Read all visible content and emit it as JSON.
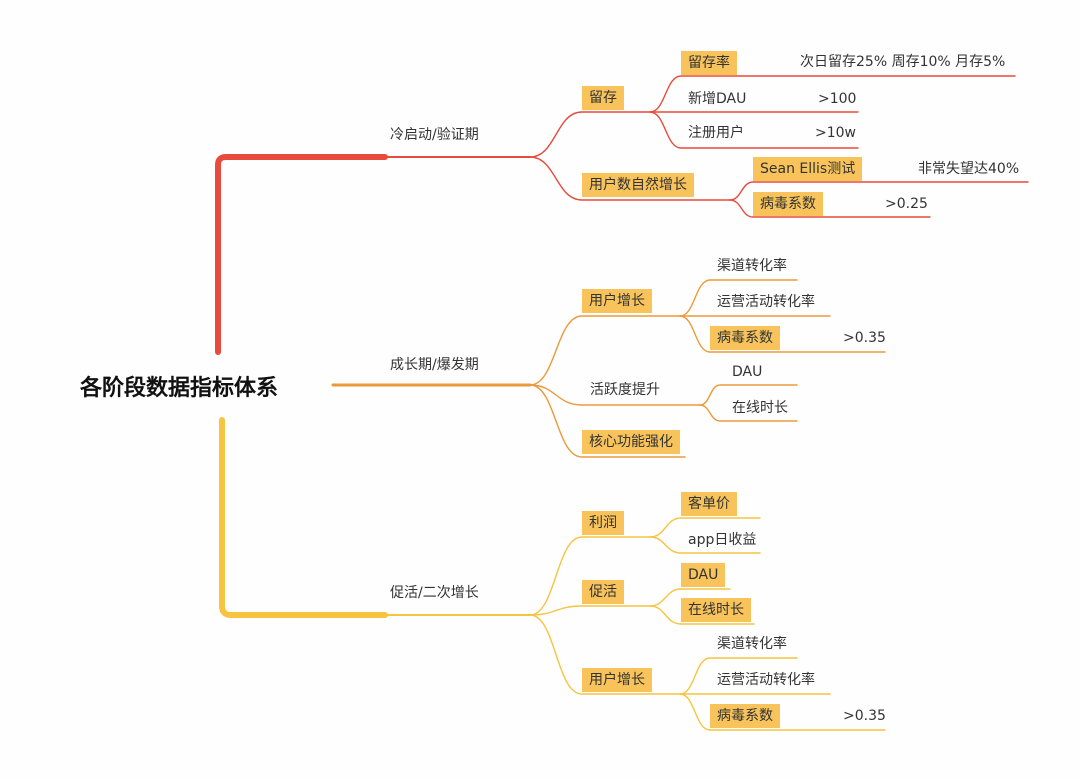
{
  "root": "各阶段数据指标体系",
  "colors": {
    "red": "#e84a3c",
    "orange": "#eb9a3a",
    "yellow": "#f6c43e",
    "box": "#f7c35a"
  },
  "stages": [
    {
      "label": "冷启动/验证期",
      "children": [
        {
          "label": "留存",
          "children": [
            {
              "label": "留存率",
              "value": "次日留存25% 周存10% 月存5%"
            },
            {
              "label": "新增DAU",
              "value": ">100"
            },
            {
              "label": "注册用户",
              "value": ">10w"
            }
          ]
        },
        {
          "label": "用户数自然增长",
          "children": [
            {
              "label": "Sean Ellis测试",
              "value": "非常失望达40%"
            },
            {
              "label": "病毒系数",
              "value": ">0.25"
            }
          ]
        }
      ]
    },
    {
      "label": "成长期/爆发期",
      "children": [
        {
          "label": "用户增长",
          "children": [
            {
              "label": "渠道转化率"
            },
            {
              "label": "运营活动转化率"
            },
            {
              "label": "病毒系数",
              "value": ">0.35"
            }
          ]
        },
        {
          "label": "活跃度提升",
          "children": [
            {
              "label": "DAU"
            },
            {
              "label": "在线时长"
            }
          ]
        },
        {
          "label": "核心功能强化"
        }
      ]
    },
    {
      "label": "促活/二次增长",
      "children": [
        {
          "label": "利润",
          "children": [
            {
              "label": "客单价"
            },
            {
              "label": "app日收益"
            }
          ]
        },
        {
          "label": "促活",
          "children": [
            {
              "label": "DAU"
            },
            {
              "label": "在线时长"
            }
          ]
        },
        {
          "label": "用户增长",
          "children": [
            {
              "label": "渠道转化率"
            },
            {
              "label": "运营活动转化率"
            },
            {
              "label": "病毒系数",
              "value": ">0.35"
            }
          ]
        }
      ]
    }
  ]
}
